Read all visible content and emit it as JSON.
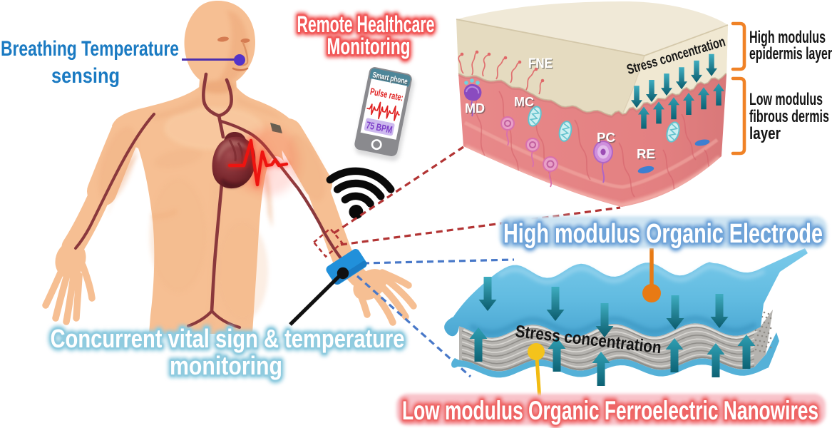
{
  "figure": {
    "type": "biomedical graphical abstract diagram",
    "background": "#ffffff"
  },
  "annotations": {
    "breathing": {
      "line1": "Breathing Temperature",
      "line2": "sensing",
      "color": "#1a7ac2"
    },
    "remote": {
      "line1": "Remote Healthcare",
      "line2": "Monitoring",
      "text_color": "#ffffff",
      "glow_color": "#f15757"
    },
    "concurrent": {
      "line1": "Concurrent vital sign & temperature",
      "line2": "monitoring",
      "text_color": "#ffffff",
      "glow_color": "#8fcbdf"
    },
    "electrode": {
      "label": "High modulus Organic Electrode",
      "text_color": "#ffffff",
      "glow_color": "#6ea3d8",
      "box_color": "#cde4f3",
      "pointer_color": "#e87a14"
    },
    "nanowires": {
      "label": "Low modulus Organic Ferroelectric Nanowires",
      "text_color": "#ffffff",
      "glow_color": "#ee6565",
      "box_color": "#f8c3ca",
      "pointer_color": "#f4c31b"
    }
  },
  "phone": {
    "header": "Smart phone",
    "pulse_label": "Pulse rate:",
    "bpm_value": "75 BPM",
    "header_color": "#4d8699",
    "pulse_color": "#e02525",
    "bpm_text_color": "#7c3dc8",
    "bpm_box_color": "#cdb9ee",
    "body_color": "#8a8a8e"
  },
  "skin_block": {
    "stress_label": "Stress concentration",
    "cells": {
      "fne": "FNE",
      "md": "MD",
      "mc": "MC",
      "pc": "PC",
      "re": "RE"
    },
    "epidermis_bracket": {
      "line1": "High modulus",
      "line2": "epidermis layer"
    },
    "dermis_bracket": {
      "line1": "Low modulus",
      "line2": "fibrous dermis",
      "line3": "layer"
    },
    "bracket_color": "#f08226",
    "epidermis_color": "#e8dfc6",
    "dermis_color": "#e88b89",
    "arrow_color": "#14707f"
  },
  "device": {
    "stress_label": "Stress concentration",
    "top_sheet_color": "#68c2e5",
    "nanowire_stack_color": "#b5b3af",
    "arrow_color": "#14707f"
  },
  "icons": {
    "wifi": "wifi-signal",
    "smartphone": "smartphone",
    "heart": "anatomical-heart",
    "ecg": "ecg-pulse-trace",
    "wristband": "blue-wrist-sensor"
  },
  "links": {
    "skin_zoom_color": "#b23434",
    "device_zoom_color": "#4878c8",
    "mouth_pointer_color": "#4b2fae",
    "wrist_pointer_color": "#111111"
  }
}
